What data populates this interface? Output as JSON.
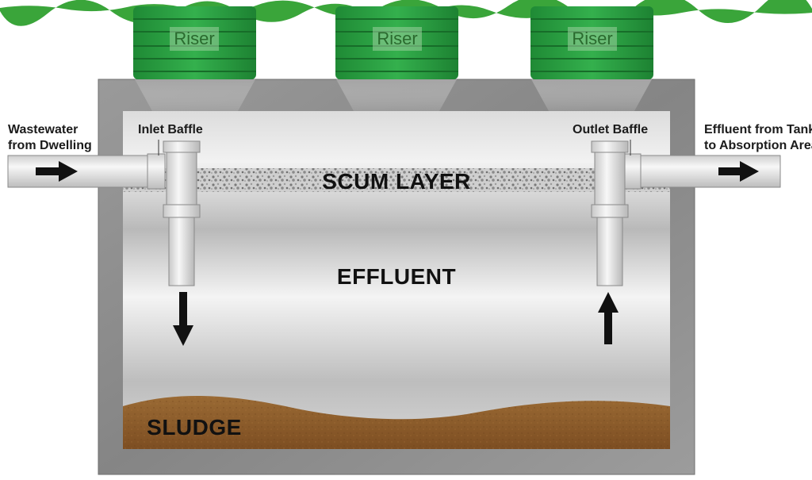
{
  "risers": [
    {
      "label": "Riser"
    },
    {
      "label": "Riser"
    },
    {
      "label": "Riser"
    }
  ],
  "labels": {
    "inlet_source_line1": "Wastewater",
    "inlet_source_line2": "from Dwelling",
    "inlet_baffle": "Inlet Baffle",
    "outlet_baffle": "Outlet Baffle",
    "outlet_dest_line1": "Effluent from Tank",
    "outlet_dest_line2": "to Absorption Area",
    "scum_layer": "SCUM LAYER",
    "effluent": "EFFLUENT",
    "sludge": "SLUDGE"
  },
  "colors": {
    "grass": "#3aa53a",
    "riser": "#2e9e44",
    "tank_wall": "#8c8c8c",
    "pipe": "#e8e8e8",
    "sludge": "#8a5a2b",
    "arrow": "#111111"
  }
}
